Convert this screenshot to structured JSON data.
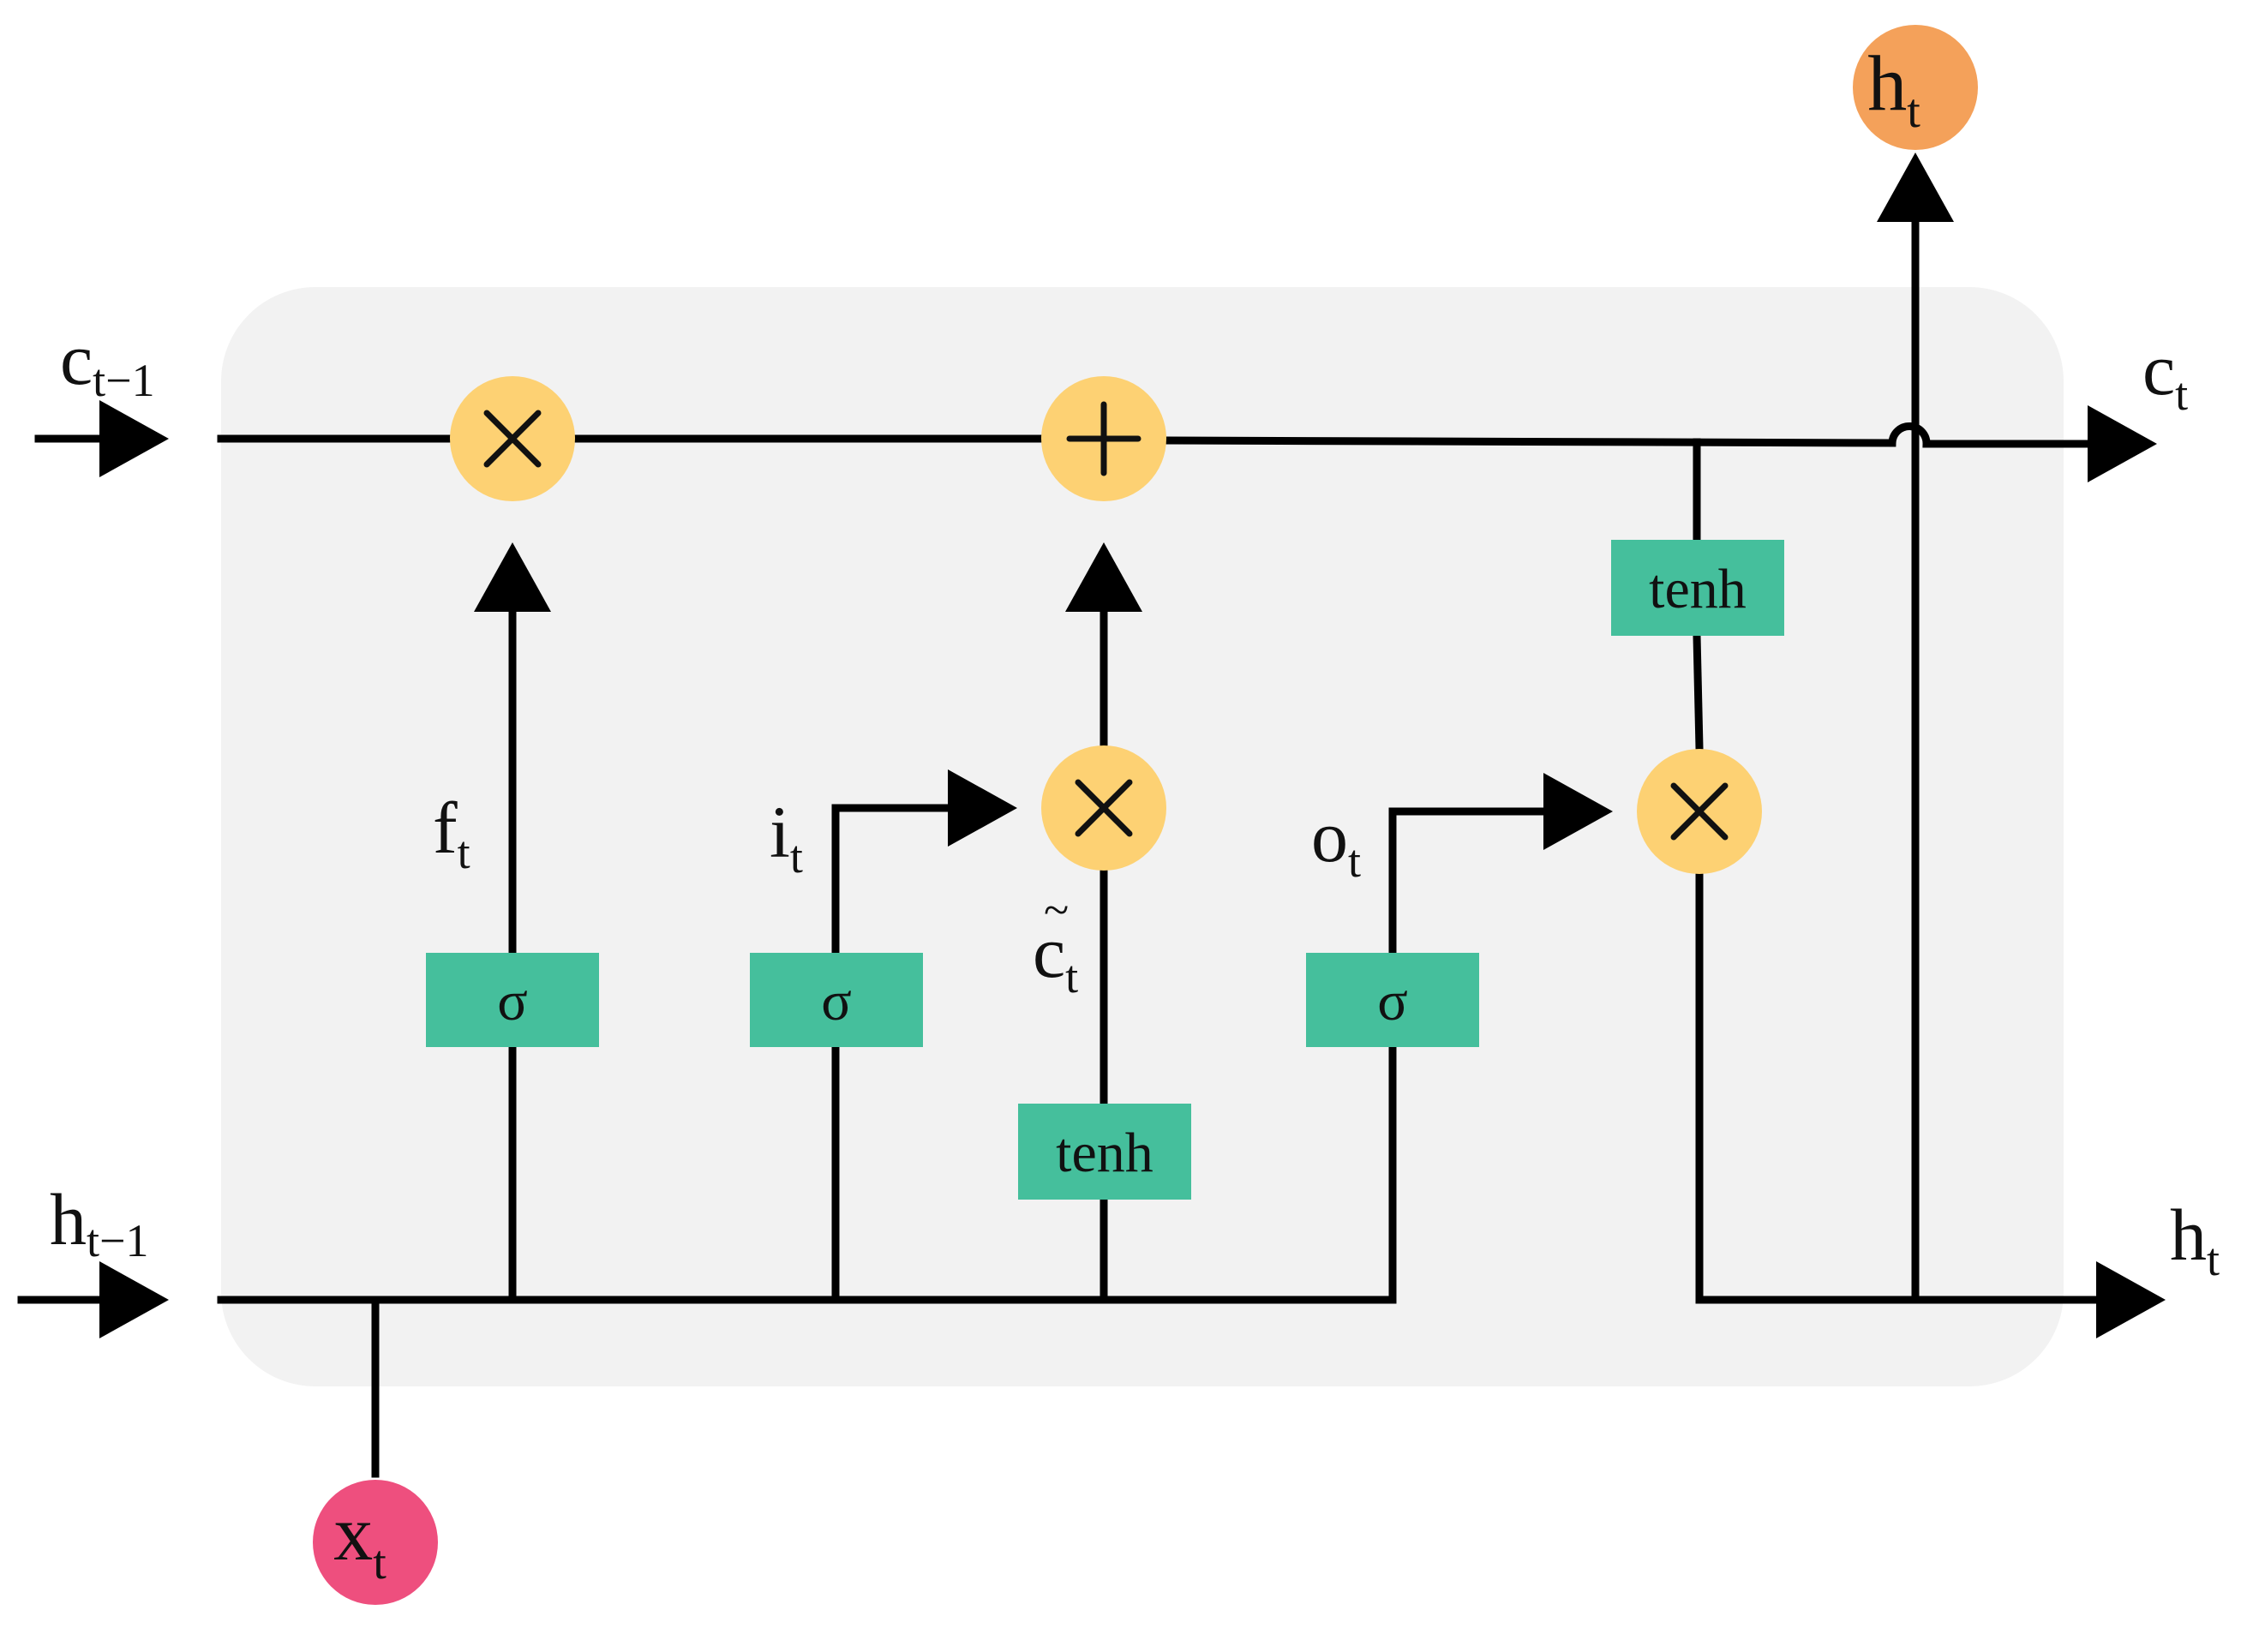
{
  "colors": {
    "cell_background": "#f2f2f2",
    "pointwise_op": "#fdd173",
    "layer_box": "#45bf9c",
    "output_node": "#f4a15a",
    "input_node": "#ee4f7e",
    "wire": "#000000"
  },
  "operations": {
    "forget_multiply": "×",
    "cell_add": "+",
    "input_multiply": "×",
    "output_multiply": "×"
  },
  "layers": {
    "forget_gate": "σ",
    "input_gate": "σ",
    "candidate": "tenh",
    "output_gate": "σ",
    "cell_activation": "tenh"
  },
  "labels": {
    "c_prev": {
      "base": "c",
      "sub": "t−1"
    },
    "h_prev": {
      "base": "h",
      "sub": "t−1"
    },
    "c_out": {
      "base": "c",
      "sub": "t"
    },
    "h_out_right": {
      "base": "h",
      "sub": "t"
    },
    "f_gate": {
      "base": "f",
      "sub": "t"
    },
    "i_gate": {
      "base": "i",
      "sub": "t"
    },
    "o_gate": {
      "base": "o",
      "sub": "t"
    },
    "c_candidate": {
      "base": "c",
      "sub": "t",
      "accent": "~"
    }
  },
  "nodes": {
    "h_top": {
      "base": "h",
      "sub": "t"
    },
    "x_input": {
      "base": "x",
      "sub": "t"
    }
  }
}
